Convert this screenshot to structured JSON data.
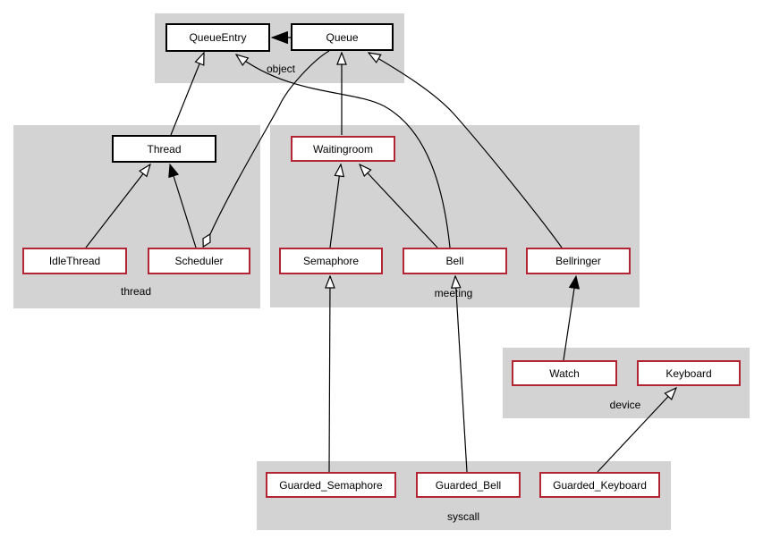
{
  "diagram": {
    "kind": "uml-class-inheritance-graph",
    "clusters": {
      "object": "object",
      "thread": "thread",
      "meeting": "meeting",
      "device": "device",
      "syscall": "syscall"
    },
    "nodes": {
      "queue_entry": "QueueEntry",
      "queue": "Queue",
      "thread": "Thread",
      "idle_thread": "IdleThread",
      "scheduler": "Scheduler",
      "waitingroom": "Waitingroom",
      "semaphore": "Semaphore",
      "bell": "Bell",
      "bellringer": "Bellringer",
      "watch": "Watch",
      "keyboard": "Keyboard",
      "guarded_semaphore": "Guarded_Semaphore",
      "guarded_bell": "Guarded_Bell",
      "guarded_keyboard": "Guarded_Keyboard"
    },
    "edges": [
      {
        "from": "Queue",
        "to": "QueueEntry",
        "relation": "uses",
        "arrow": "solid"
      },
      {
        "from": "Thread",
        "to": "QueueEntry",
        "relation": "inherits",
        "arrow": "hollow-triangle"
      },
      {
        "from": "Bell",
        "to": "QueueEntry",
        "relation": "inherits",
        "arrow": "hollow-triangle"
      },
      {
        "from": "Waitingroom",
        "to": "Queue",
        "relation": "inherits",
        "arrow": "hollow-triangle"
      },
      {
        "from": "Bellringer",
        "to": "Queue",
        "relation": "inherits",
        "arrow": "hollow-triangle"
      },
      {
        "from": "Scheduler",
        "to": "Queue",
        "relation": "aggregates",
        "arrow": "open-diamond-at-scheduler"
      },
      {
        "from": "IdleThread",
        "to": "Thread",
        "relation": "inherits",
        "arrow": "hollow-triangle"
      },
      {
        "from": "Scheduler",
        "to": "Thread",
        "relation": "uses",
        "arrow": "solid"
      },
      {
        "from": "Semaphore",
        "to": "Waitingroom",
        "relation": "inherits",
        "arrow": "hollow-triangle"
      },
      {
        "from": "Bell",
        "to": "Waitingroom",
        "relation": "inherits",
        "arrow": "hollow-triangle"
      },
      {
        "from": "Guarded_Semaphore",
        "to": "Semaphore",
        "relation": "inherits",
        "arrow": "hollow-triangle"
      },
      {
        "from": "Guarded_Bell",
        "to": "Bell",
        "relation": "inherits",
        "arrow": "hollow-triangle"
      },
      {
        "from": "Watch",
        "to": "Bellringer",
        "relation": "uses",
        "arrow": "solid"
      },
      {
        "from": "Guarded_Keyboard",
        "to": "Keyboard",
        "relation": "inherits",
        "arrow": "hollow-triangle"
      }
    ],
    "colors": {
      "cluster_background": "#d3d3d3",
      "node_background": "#ffffff",
      "node_border_black": "#000000",
      "node_border_red": "#b42534",
      "edge": "#000000",
      "text": "#000000"
    }
  }
}
